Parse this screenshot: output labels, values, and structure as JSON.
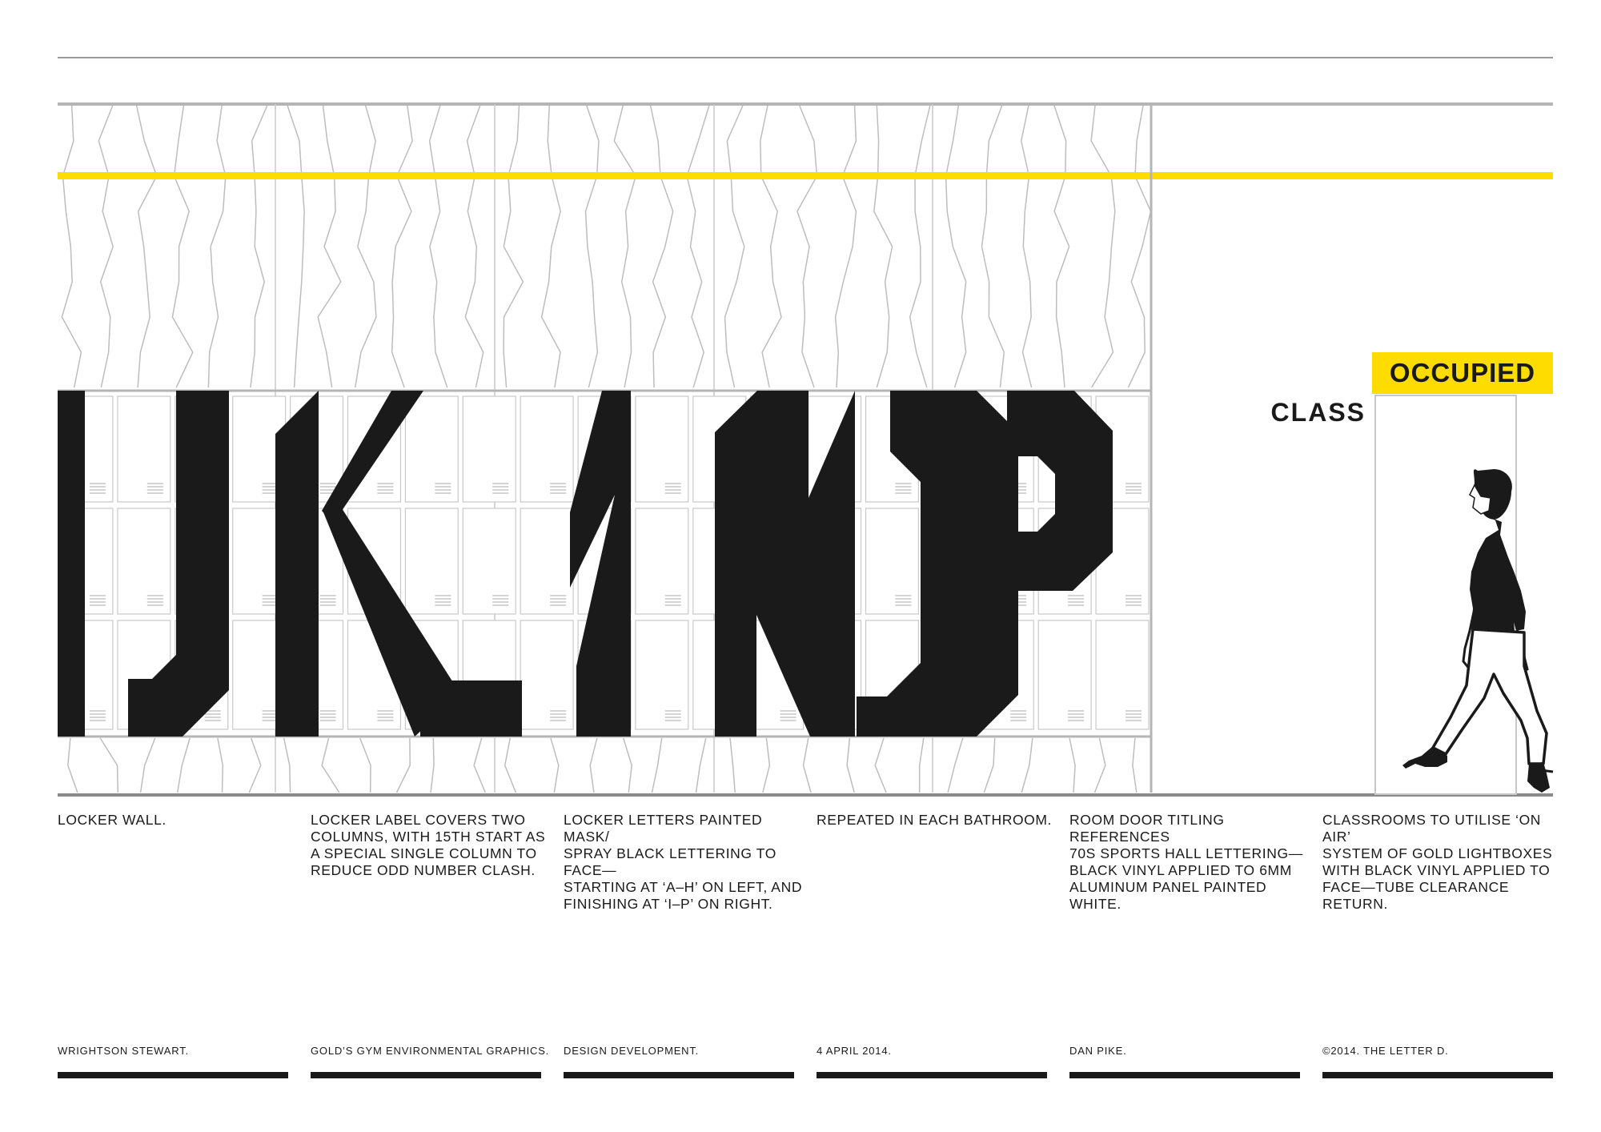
{
  "colors": {
    "ink": "#1a1a1a",
    "accent_yellow": "#ffdc00",
    "line_grey": "#b5b5b5"
  },
  "signage": {
    "occupied_label": "OCCUPIED",
    "class_label": "CLASS"
  },
  "locker_letters": "I J K L M N O P",
  "notes": [
    "LOCKER WALL.",
    "LOCKER LABEL COVERS TWO\nCOLUMNS, WITH 15TH START AS\nA SPECIAL SINGLE COLUMN TO\nREDUCE ODD NUMBER CLASH.",
    "LOCKER LETTERS PAINTED MASK/\nSPRAY BLACK LETTERING TO FACE—\nSTARTING AT ‘A–H’ ON LEFT, AND\nFINISHING AT ‘I–P’ ON RIGHT.",
    "REPEATED IN EACH BATHROOM.",
    "ROOM DOOR TITLING REFERENCES\n70S SPORTS HALL LETTERING—\nBLACK VINYL APPLIED TO 6MM\nALUMINUM PANEL PAINTED WHITE.",
    "CLASSROOMS TO UTILISE ‘ON AIR’\nSYSTEM OF GOLD LIGHTBOXES\nWITH BLACK VINYL APPLIED TO\nFACE—TUBE CLEARANCE RETURN."
  ],
  "footer": [
    "WRIGHTSON STEWART.",
    "GOLD’S GYM ENVIRONMENTAL GRAPHICS.",
    "DESIGN DEVELOPMENT.",
    "4 APRIL 2014.",
    "DAN PIKE.",
    "©2014. THE LETTER D."
  ]
}
